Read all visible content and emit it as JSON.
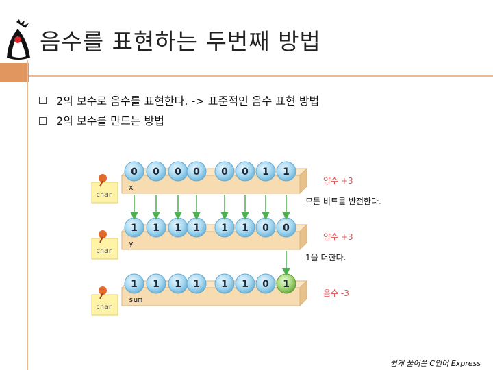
{
  "slide": {
    "title": "음수를 표현하는 두번째 방법",
    "bullets": [
      "2의 보수로 음수를 표현한다. -> 표준적인 음수 표현 방법",
      "2의 보수를 만드는 방법"
    ],
    "footer": "쉽게 풀어쓴 C언어 Express"
  },
  "diagram": {
    "rows": [
      {
        "var": "x",
        "type": "char",
        "bits": [
          "0",
          "0",
          "0",
          "0",
          "0",
          "0",
          "1",
          "1"
        ],
        "label": "양수 +3",
        "note": "모든 비트를 반전한다."
      },
      {
        "var": "y",
        "type": "char",
        "bits": [
          "1",
          "1",
          "1",
          "1",
          "1",
          "1",
          "0",
          "0"
        ],
        "label": "양수 +3",
        "note": "1을 더한다."
      },
      {
        "var": "sum",
        "type": "char",
        "bits": [
          "1",
          "1",
          "1",
          "1",
          "1",
          "1",
          "0",
          "1"
        ],
        "label": "음수 -3",
        "note": ""
      }
    ],
    "colors": {
      "bit_ball": "#a8d8f0",
      "changed_ball": "#a6d67a",
      "bar": "#f6dcb0",
      "arrow": "#4caf50",
      "label_red": "#e05050",
      "note_yellow": "#fff3a8"
    }
  }
}
